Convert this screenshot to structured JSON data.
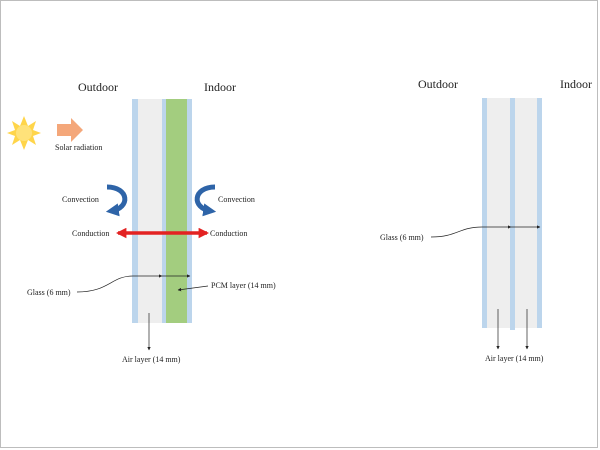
{
  "left_panel": {
    "outdoor": "Outdoor",
    "indoor": "Indoor",
    "solar_radiation": "Solar radiation",
    "convection_left": "Convection",
    "convection_right": "Convection",
    "conduction_left": "Conduction",
    "conduction_right": "Conduction",
    "glass": "Glass (6 mm)",
    "pcm_layer": "PCM layer (14 mm)",
    "air_layer": "Air layer (14 mm)"
  },
  "right_panel": {
    "outdoor": "Outdoor",
    "indoor": "Indoor",
    "glass": "Glass (6 mm)",
    "air_layer": "Air layer (14 mm)"
  },
  "colors": {
    "glass": "#bcd5ec",
    "air": "#eeeeee",
    "pcm": "#a3cd7f",
    "conduction": "#e32222",
    "convection": "#2e64a8",
    "sun": "#ffd54a",
    "solar_arrow": "#f4a77a"
  }
}
